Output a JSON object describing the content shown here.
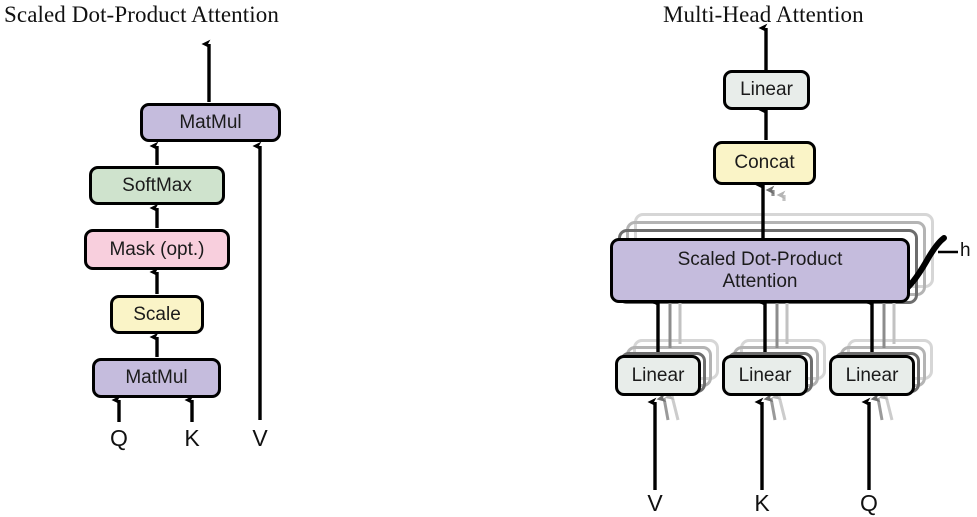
{
  "figure": {
    "kind": "diagram",
    "background": "#ffffff",
    "panels": [
      {
        "id": "left",
        "title": "Scaled Dot-Product Attention"
      },
      {
        "id": "right",
        "title": "Multi-Head Attention"
      }
    ]
  },
  "colors": {
    "purple": "#c5bcdd",
    "green": "#cfe3cd",
    "pink": "#f8cfdd",
    "yellow": "#faf4c7",
    "gray": "#e8edea",
    "outline": "#000000",
    "ghost_dark": "#6d6d6d",
    "ghost_mid": "#b4b4b4",
    "ghost_light": "#d6d6d6"
  },
  "left_panel": {
    "title": "Scaled Dot-Product Attention",
    "nodes": [
      {
        "name": "matmul-top",
        "label": "MatMul",
        "fill": "#c5bcdd"
      },
      {
        "name": "softmax",
        "label": "SoftMax",
        "fill": "#cfe3cd"
      },
      {
        "name": "mask",
        "label": "Mask (opt.)",
        "fill": "#f8cfdd"
      },
      {
        "name": "scale",
        "label": "Scale",
        "fill": "#faf4c7"
      },
      {
        "name": "matmul-bottom",
        "label": "MatMul",
        "fill": "#c5bcdd"
      }
    ],
    "inputs": [
      {
        "name": "input-q",
        "label": "Q"
      },
      {
        "name": "input-k",
        "label": "K"
      },
      {
        "name": "input-v",
        "label": "V"
      }
    ]
  },
  "right_panel": {
    "title": "Multi-Head Attention",
    "nodes": [
      {
        "name": "linear-out",
        "label": "Linear",
        "fill": "#e8edea"
      },
      {
        "name": "concat",
        "label": "Concat",
        "fill": "#faf4c7"
      },
      {
        "name": "attention",
        "label": "Scaled Dot-Product\nAttention",
        "label_line1": "Scaled Dot-Product",
        "label_line2": "Attention",
        "fill": "#c5bcdd"
      },
      {
        "name": "linear-v",
        "label": "Linear",
        "fill": "#e8edea"
      },
      {
        "name": "linear-k",
        "label": "Linear",
        "fill": "#e8edea"
      },
      {
        "name": "linear-q",
        "label": "Linear",
        "fill": "#e8edea"
      }
    ],
    "inputs": [
      {
        "name": "input-v",
        "label": "V"
      },
      {
        "name": "input-k",
        "label": "K"
      },
      {
        "name": "input-q",
        "label": "Q"
      }
    ],
    "annotations": [
      {
        "name": "head-count-annotation",
        "label": "h"
      }
    ]
  }
}
